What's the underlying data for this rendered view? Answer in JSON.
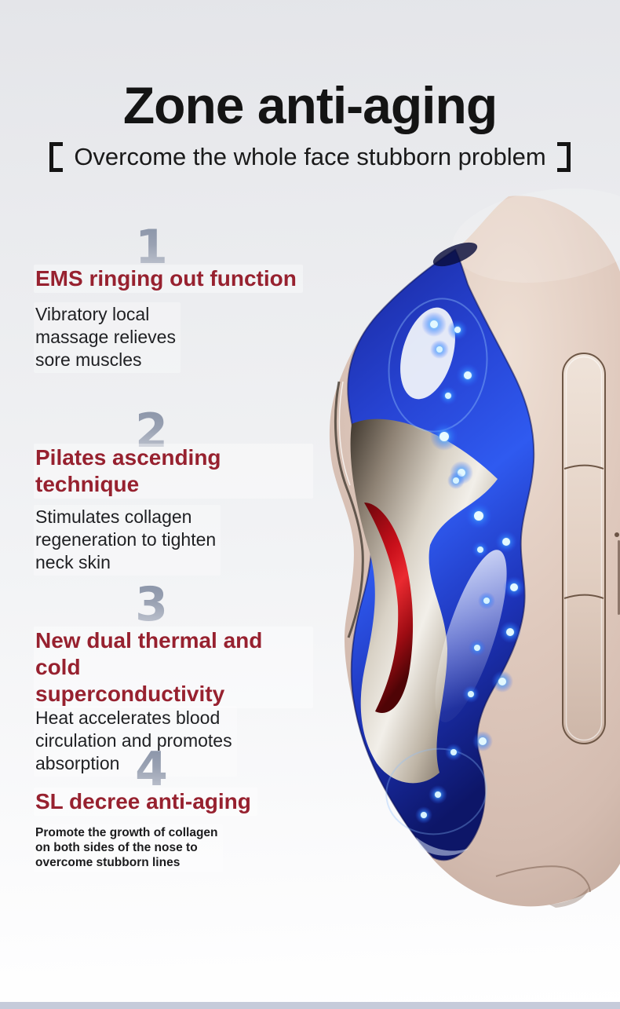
{
  "page": {
    "title": "Zone anti-aging",
    "subtitle": "Overcome the whole face stubborn problem",
    "subtitle_bracket_left": "【",
    "subtitle_bracket_right": "】"
  },
  "features": [
    {
      "number": "1",
      "title": "EMS ringing out function",
      "body": "Vibratory local\nmassage relieves\nsore muscles"
    },
    {
      "number": "2",
      "title": "Pilates ascending technique",
      "body": "Stimulates collagen\nregeneration to tighten\nneck skin"
    },
    {
      "number": "3",
      "title": "New dual thermal and cold\nsuperconductivity",
      "body": "Heat accelerates blood\ncirculation and promotes\nabsorption"
    },
    {
      "number": "4",
      "title": "SL decree anti-aging",
      "body": "Promote the growth of collagen\n on both sides of the nose to\novercome stubborn lines"
    }
  ],
  "product": {
    "alt": "Blue translucent anti-aging facial massage device with beige body, metallic inner surface, red thermal core, LED lights and a segmented side button",
    "body_color": "#dcc6ba",
    "glass_color": "#2b50e8",
    "led_color": "#7fd4ff",
    "core_color": "#d01320",
    "metal_color": "#d9d2c6",
    "side_button_segments": 3
  },
  "colors": {
    "accent_red": "#97212f",
    "heading": "#141414",
    "body_text": "#202124",
    "number_gradient_top": "#8590a5",
    "number_gradient_bottom": "#c7cbd5",
    "background_top": "#e4e5e9",
    "background_bottom": "#ffffff",
    "bottom_strip": "#c6cbda"
  }
}
